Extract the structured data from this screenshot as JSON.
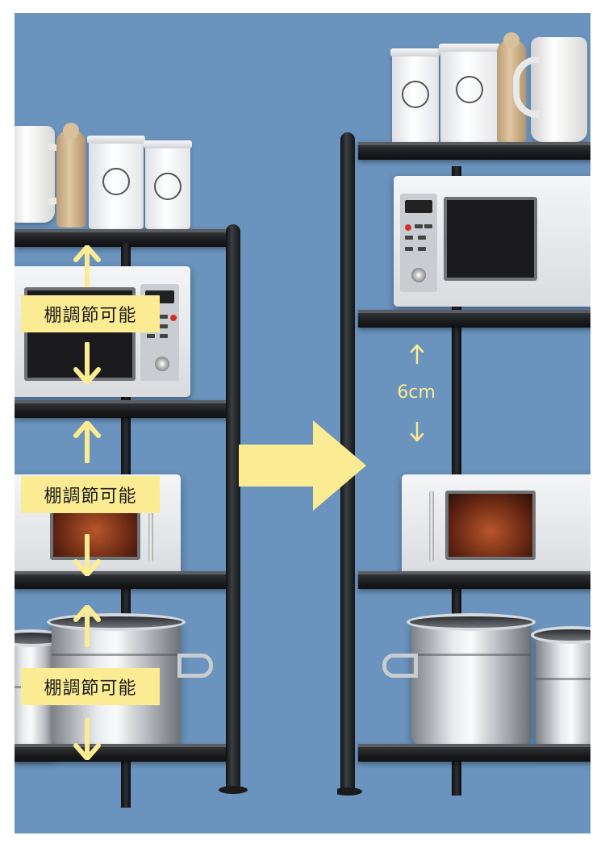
{
  "left_labels": [
    "棚調節可能",
    "棚調節可能",
    "棚調節可能"
  ],
  "measure_label": "6cm",
  "colors": {
    "background": "#6a93bd",
    "highlight": "#fbeb92",
    "frame": "#1c1d1f"
  }
}
